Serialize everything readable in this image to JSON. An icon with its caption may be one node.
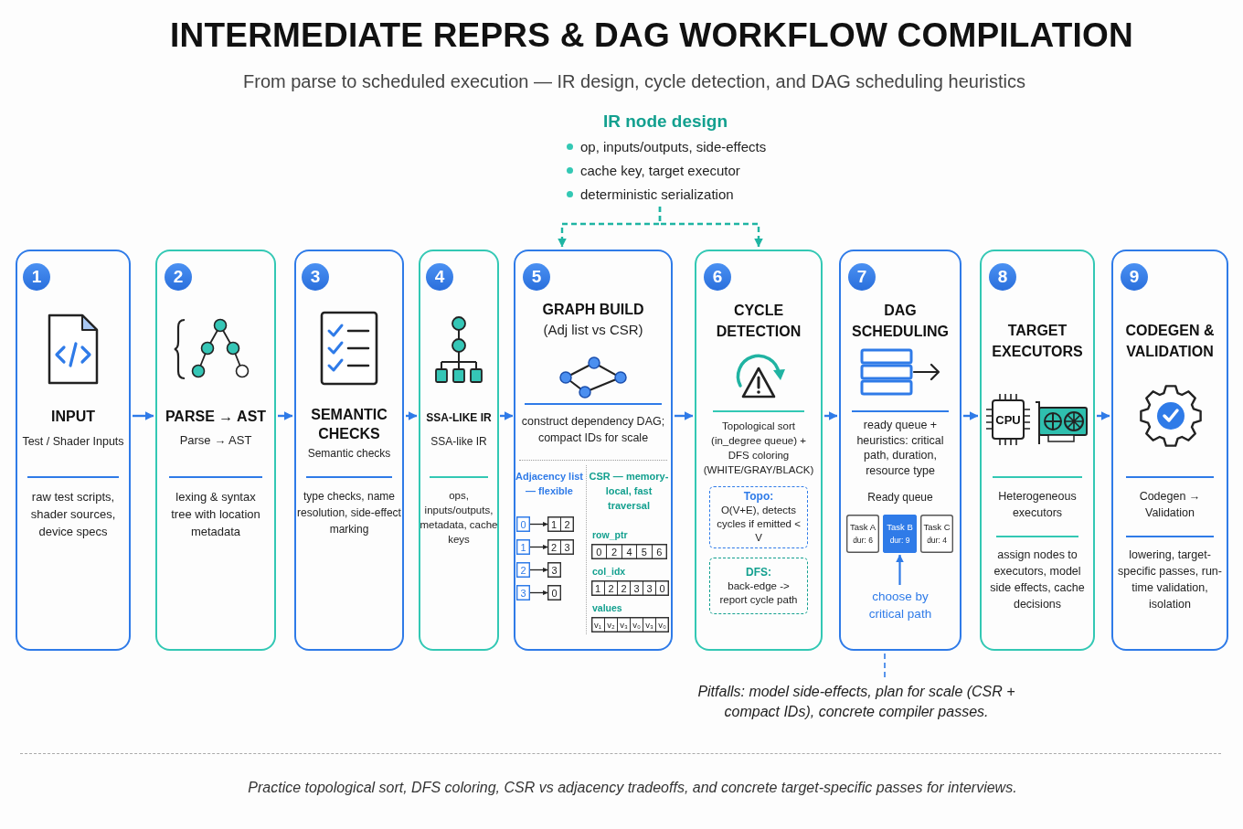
{
  "diagram": {
    "title": "INTERMEDIATE REPRS & DAG WORKFLOW COMPILATION",
    "caption": "Practice topological sort, DFS coloring, CSR vs adjacency tradeoffs, and concrete target-specific passes for interviews.",
    "nodes": [
      {
        "text": [
          "IR node design",
          "op, inputs/outputs, side-effects",
          "cache key, target executor",
          "deterministic serialization"
        ]
      },
      {
        "text": [
          "1",
          "INPUT",
          "Test / Shader Inputs",
          "raw test scripts, shader sources, device specs"
        ]
      },
      {
        "text": [
          "2",
          "PARSE → AST",
          "Parse → AST",
          "lexing & syntax tree with location metadata"
        ]
      },
      {
        "text": [
          "3",
          "SEMANTIC CHECKS",
          "Semantic checks",
          "type checks, name resolution, side-effect marking"
        ]
      },
      {
        "text": [
          "4",
          "SSA-LIKE IR",
          "SSA-like IR",
          "ops, inputs/outputs, metadata, cache keys"
        ]
      },
      {
        "text": [
          "5",
          "GRAPH BUILD",
          "(Adj list vs CSR)",
          "construct dependency DAG; compact IDs for scale",
          "Adjacency list — flexible",
          "CSR — memory-local, fast traversal"
        ]
      },
      {
        "text": [
          "0"
        ],
        "in": 5
      },
      {
        "text": [
          "1",
          "2"
        ],
        "in": 5
      },
      {
        "text": [
          "1"
        ],
        "in": 5
      },
      {
        "text": [
          "2",
          "3"
        ],
        "in": 5
      },
      {
        "text": [
          "2"
        ],
        "in": 5
      },
      {
        "text": [
          "3"
        ],
        "in": 5
      },
      {
        "text": [
          "3"
        ],
        "in": 5
      },
      {
        "text": [
          "0"
        ],
        "in": 5
      },
      {
        "text": [
          "0",
          "2",
          "4",
          "5",
          "6"
        ],
        "beside": [
          "row_ptr"
        ],
        "in": 5
      },
      {
        "text": [
          "1",
          "2",
          "2",
          "3",
          "3",
          "0"
        ],
        "beside": [
          "col_idx"
        ],
        "in": 5
      },
      {
        "text": [
          "v₁",
          "v₂",
          "v₃",
          "v₀",
          "v₃",
          "v₀"
        ],
        "beside": [
          "values"
        ],
        "in": 5
      },
      {
        "text": [
          "6",
          "CYCLE DETECTION",
          "Topological sort (in_degree queue) + DFS coloring (WHITE/GRAY/BLACK)"
        ]
      },
      {
        "text": [
          "Topo:",
          "O(V+E), detects cycles if emitted < V"
        ],
        "in": 17
      },
      {
        "text": [
          "DFS:",
          "back-edge -> report cycle path"
        ],
        "in": 17
      },
      {
        "text": [
          "7",
          "DAG SCHEDULING",
          "ready queue + heuristics: critical path, duration, resource type",
          "Ready queue"
        ]
      },
      {
        "text": [
          "Task A",
          "dur: 6"
        ],
        "in": 20
      },
      {
        "text": [
          "Task B",
          "dur: 9"
        ],
        "in": 20
      },
      {
        "text": [
          "Task C",
          "dur: 4"
        ],
        "in": 20
      },
      {
        "text": [
          "choose by critical path"
        ],
        "in": 20
      },
      {
        "text": [
          "8",
          "TARGET EXECUTORS",
          "Heterogeneous executors",
          "assign nodes to executors, model side effects, cache decisions"
        ]
      },
      {
        "text": [
          "CPU"
        ],
        "in": 25
      },
      {
        "text": [
          "9",
          "CODEGEN & VALIDATION",
          "Codegen → Validation",
          "lowering, target-specific passes, run-time validation, isolation"
        ]
      },
      {
        "text": [
          "Pitfalls: model side-effects, plan for scale (CSR + compact IDs), concrete compiler passes."
        ]
      }
    ],
    "edges": [
      {
        "from": 0,
        "to": 5,
        "arrow": "to",
        "style": "dashed",
        "color": "#1fb5a3"
      },
      {
        "from": 0,
        "to": 17,
        "arrow": "to",
        "style": "dashed",
        "color": "#1fb5a3"
      },
      {
        "from": 1,
        "to": 2,
        "arrow": "to"
      },
      {
        "from": 2,
        "to": 3,
        "arrow": "to"
      },
      {
        "from": 3,
        "to": 4,
        "arrow": "to"
      },
      {
        "from": 4,
        "to": 5,
        "arrow": "to"
      },
      {
        "from": 5,
        "to": 17,
        "arrow": "to"
      },
      {
        "from": 17,
        "to": 20,
        "arrow": "to"
      },
      {
        "from": 20,
        "to": 25,
        "arrow": "to"
      },
      {
        "from": 25,
        "to": 27,
        "arrow": "to"
      },
      {
        "from": 6,
        "to": 7,
        "arrow": "to",
        "color": "#222222"
      },
      {
        "from": 8,
        "to": 9,
        "arrow": "to",
        "color": "#222222"
      },
      {
        "from": 10,
        "to": 11,
        "arrow": "to",
        "color": "#222222"
      },
      {
        "from": 12,
        "to": 13,
        "arrow": "to",
        "color": "#222222"
      },
      {
        "from": 24,
        "to": 22,
        "arrow": "to"
      },
      {
        "from": 20,
        "to": 28,
        "arrow": "none",
        "style": "dashed"
      }
    ],
    "labels": [
      "From parse to scheduled execution — IR design, cycle detection, and DAG scheduling heuristics"
    ]
  }
}
